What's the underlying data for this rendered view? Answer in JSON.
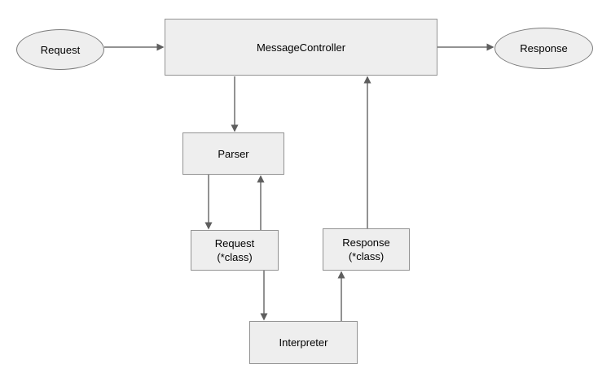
{
  "diagram": {
    "background_color": "#ffffff",
    "node_fill_color": "#eeeeee",
    "node_border_color": "#939393",
    "arrow_color": "#6e6e6e",
    "nodes": {
      "request_terminal": {
        "label": "Request",
        "shape": "ellipse"
      },
      "message_controller": {
        "label": "MessageController",
        "shape": "rect"
      },
      "response_terminal": {
        "label": "Response",
        "shape": "ellipse"
      },
      "parser": {
        "label": "Parser",
        "shape": "rect"
      },
      "request_class": {
        "line1": "Request",
        "line2": "(*class)",
        "shape": "rect"
      },
      "response_class": {
        "line1": "Response",
        "line2": "(*class)",
        "shape": "rect"
      },
      "interpreter": {
        "label": "Interpreter",
        "shape": "rect"
      }
    },
    "edges": [
      {
        "from": "Request",
        "to": "MessageController"
      },
      {
        "from": "MessageController",
        "to": "Response"
      },
      {
        "from": "MessageController",
        "to": "Parser"
      },
      {
        "from": "Parser",
        "to": "Request (*class)"
      },
      {
        "from": "Request (*class)",
        "to": "Parser"
      },
      {
        "from": "Request (*class)",
        "to": "Interpreter"
      },
      {
        "from": "Interpreter",
        "to": "Response (*class)"
      },
      {
        "from": "Response (*class)",
        "to": "MessageController"
      }
    ]
  }
}
